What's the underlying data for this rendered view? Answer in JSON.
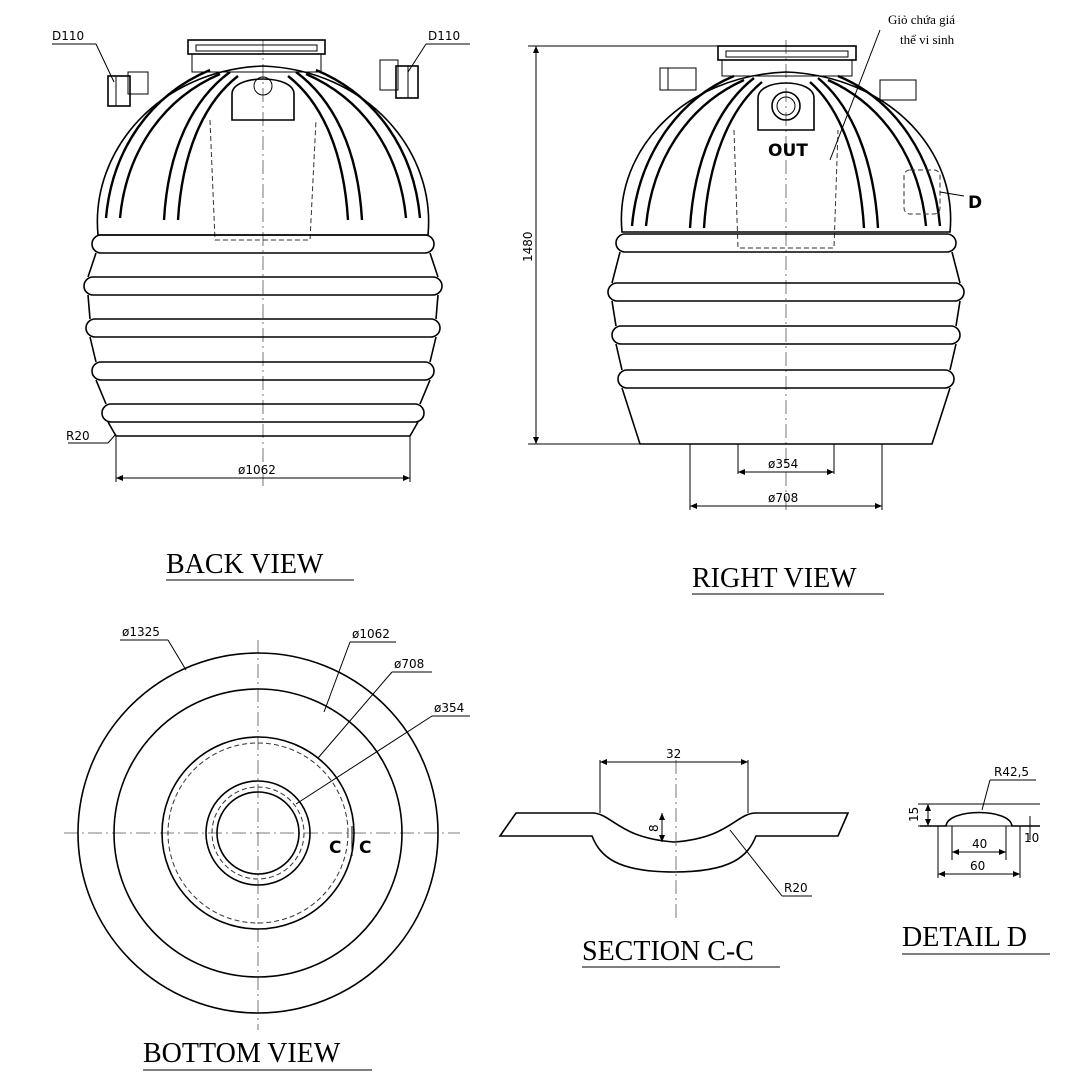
{
  "views": {
    "back": {
      "title": "BACK VIEW",
      "pipe_left": "D110",
      "pipe_right": "D110",
      "radius": "R20",
      "diameter": "ø1062"
    },
    "right": {
      "title": "RIGHT VIEW",
      "outlet": "OUT",
      "note_line1": "Giỏ chứa giá",
      "note_line2": "thể vi sinh",
      "detail_ref": "D",
      "height": "1480",
      "inner_diameter": "ø354",
      "outer_diameter": "ø708"
    },
    "bottom": {
      "title": "BOTTOM VIEW",
      "d1": "ø1325",
      "d2": "ø1062",
      "d3": "ø708",
      "d4": "ø354",
      "section_mark": "C",
      "section_mark2": "C"
    },
    "section": {
      "title": "SECTION C-C",
      "width": "32",
      "depth": "8",
      "radius": "R20"
    },
    "detail": {
      "title": "DETAIL D",
      "radius": "R42,5",
      "height": "15",
      "thickness": "10",
      "inner_width": "40",
      "outer_width": "60"
    }
  }
}
